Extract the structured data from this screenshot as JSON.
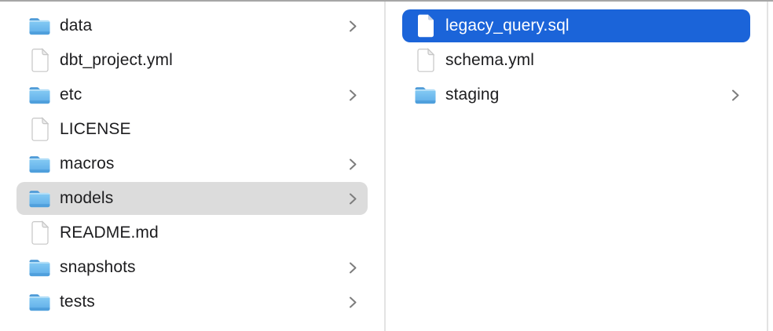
{
  "view": {
    "kind": "finder-column-view",
    "columns": [
      {
        "name": "parent-directory-column",
        "items": [
          {
            "label": "data",
            "type": "folder",
            "icon": "folder-icon",
            "has_chevron": true,
            "selected": "none"
          },
          {
            "label": "dbt_project.yml",
            "type": "file",
            "icon": "document-icon",
            "has_chevron": false,
            "selected": "none"
          },
          {
            "label": "etc",
            "type": "folder",
            "icon": "folder-icon",
            "has_chevron": true,
            "selected": "none"
          },
          {
            "label": "LICENSE",
            "type": "file",
            "icon": "document-icon",
            "has_chevron": false,
            "selected": "none"
          },
          {
            "label": "macros",
            "type": "folder",
            "icon": "folder-icon",
            "has_chevron": true,
            "selected": "none"
          },
          {
            "label": "models",
            "type": "folder",
            "icon": "folder-icon",
            "has_chevron": true,
            "selected": "secondary"
          },
          {
            "label": "README.md",
            "type": "file",
            "icon": "document-icon",
            "has_chevron": false,
            "selected": "none"
          },
          {
            "label": "snapshots",
            "type": "folder",
            "icon": "folder-icon",
            "has_chevron": true,
            "selected": "none"
          },
          {
            "label": "tests",
            "type": "folder",
            "icon": "folder-icon",
            "has_chevron": true,
            "selected": "none"
          }
        ]
      },
      {
        "name": "models-directory-column",
        "items": [
          {
            "label": "legacy_query.sql",
            "type": "file",
            "icon": "document-icon",
            "has_chevron": false,
            "selected": "primary"
          },
          {
            "label": "schema.yml",
            "type": "file",
            "icon": "document-icon",
            "has_chevron": false,
            "selected": "none"
          },
          {
            "label": "staging",
            "type": "folder",
            "icon": "folder-icon",
            "has_chevron": true,
            "selected": "none"
          }
        ]
      }
    ]
  },
  "colors": {
    "selection_primary": "#1b64d9",
    "selection_secondary": "#dcdcdc",
    "column_divider": "#e3e3e3",
    "top_border": "#a6a6a6",
    "text": "#1d1d1f",
    "text_selected": "#ffffff",
    "chevron": "#7d7d7d",
    "folder_body_top": "#86ccf4",
    "folder_body_bottom": "#5dace8",
    "folder_tab": "#4a98d6",
    "folder_bottom_band": "#4f9fdc"
  }
}
